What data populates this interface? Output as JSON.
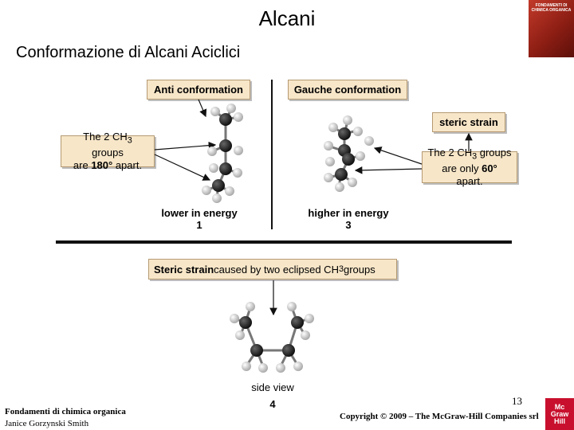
{
  "header": {
    "title": "Alcani",
    "subtitle": "Conformazione di Alcani Aciclici",
    "book_cover_text": "FONDAMENTI DI CHIMICA ORGANICA"
  },
  "figure": {
    "anti_label": "Anti conformation",
    "gauche_label": "Gauche conformation",
    "steric_strain_label": "steric strain",
    "anti_info_line1_prefix": "The 2 CH",
    "anti_info_line1_sub": "3",
    "anti_info_line1_suffix": " groups",
    "anti_info_line2_prefix": "are ",
    "anti_info_line2_bold": "180°",
    "anti_info_line2_suffix": " apart.",
    "gauche_info_line1_prefix": "The 2 CH",
    "gauche_info_line1_sub": "3",
    "gauche_info_line1_suffix": " groups",
    "gauche_info_line2_prefix": "are only ",
    "gauche_info_line2_bold": "60°",
    "gauche_info_line2_suffix": " apart.",
    "anti_energy": "lower in energy",
    "anti_number": "1",
    "gauche_energy": "higher in energy",
    "gauche_number": "3",
    "eclipsed_label_bold": "Steric strain",
    "eclipsed_label_rest_prefix": " caused by two eclipsed CH",
    "eclipsed_label_sub": "3",
    "eclipsed_label_rest_suffix": " groups",
    "side_view": "side view",
    "eclipsed_number": "4"
  },
  "footer": {
    "book_title": "Fondamenti di chimica organica",
    "author": "Janice Gorzynski Smith",
    "page": "13",
    "copyright": "Copyright © 2009 – The McGraw-Hill Companies srl",
    "logo_line1": "Mc",
    "logo_line2": "Graw",
    "logo_line3": "Hill"
  },
  "colors": {
    "label_box": "#f7e6c8",
    "carbon": "#222222",
    "hydrogen": "#d9d9d9"
  }
}
